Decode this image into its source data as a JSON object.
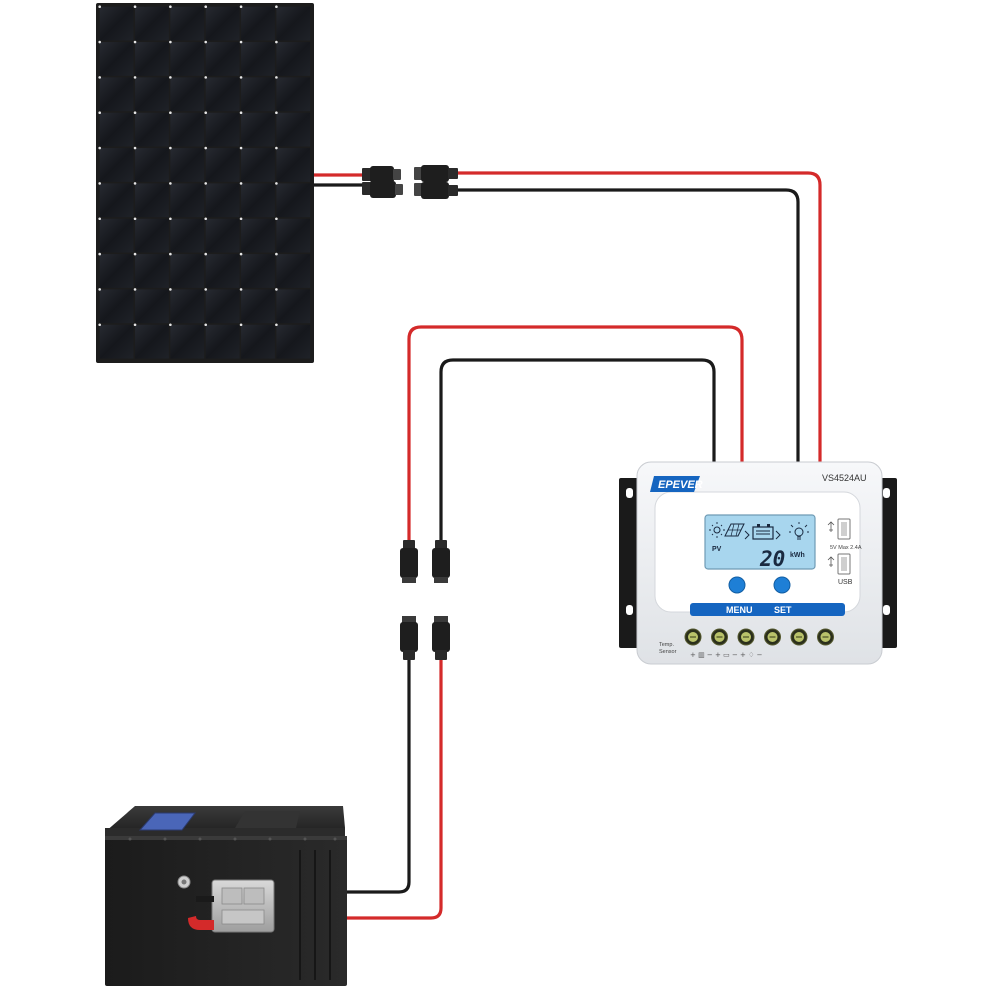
{
  "controller": {
    "brand": "EPEVER",
    "model": "VS4524AU",
    "menu_label": "MENU",
    "set_label": "SET",
    "lcd_value": "20",
    "lcd_unit": "kWh",
    "lcd_pv": "PV",
    "usb_label": "USB",
    "usb_spec": "5V Max 2.4A",
    "temp_label_1": "Temp.",
    "temp_label_2": "Sensor",
    "terminal_count": 6
  },
  "colors": {
    "positive_wire": "#d42a2a",
    "negative_wire": "#1a1a1a",
    "panel_frame": "#1c1c1c",
    "panel_cell": "#15171c",
    "controller_body": "#eef0f3",
    "controller_accent": "#1565c0",
    "lcd": "#a8d6ee",
    "battery_body": "#1e1e1e"
  },
  "icons": {
    "panel": "solar-panel-icon",
    "controller": "charge-controller-icon",
    "battery": "lithium-battery-icon",
    "connector": "mc4-connector-icon"
  }
}
